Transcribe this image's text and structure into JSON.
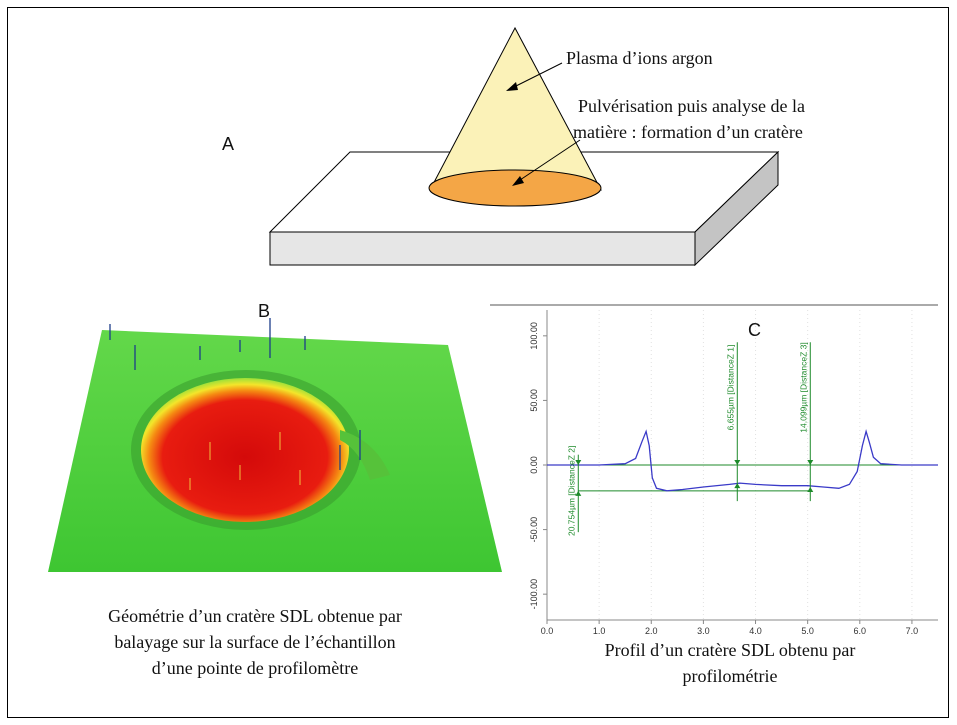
{
  "panel_a": {
    "letter": "A",
    "label_plasma": "Plasma d’ions argon",
    "label_crater_line1": "Pulvérisation puis analyse de la",
    "label_crater_line2": "matière : formation d’un cratère"
  },
  "panel_b": {
    "letter": "B",
    "caption_line1": "Géométrie d’un cratère SDL obtenue par",
    "caption_line2": "balayage sur la surface de l’échantillon",
    "caption_line3": "d’une pointe de profilomètre"
  },
  "panel_c": {
    "letter": "C",
    "caption_line1": "Profil d’un cratère SDL obtenu par",
    "caption_line2": "profilométrie",
    "measure_labels": [
      "20.754µm  [DistanceZ 2]",
      "6.655µm  [DistanceZ 1]",
      "14.099µm  [DistanceZ 3]"
    ]
  },
  "colors": {
    "cone_fill": "#fbf2b8",
    "crater_fill": "#f4a646",
    "surface_green": "#4bd13a",
    "crater_red": "#e01010",
    "profile_line": "#3a3ac8",
    "measure_green": "#1d8a2a"
  },
  "chart_data": {
    "type": "line",
    "x_ticks": [
      "0.0",
      "1.0",
      "2.0",
      "3.0",
      "4.0",
      "5.0",
      "6.0",
      "7.0"
    ],
    "y_ticks": [
      "100.00",
      "50.00",
      "0.00",
      "-50.00",
      "-100.00"
    ],
    "xlim": [
      0,
      7.5
    ],
    "ylim": [
      -120,
      120
    ],
    "series": [
      {
        "x": [
          0,
          1.0,
          1.5,
          1.7,
          1.82,
          1.9,
          1.96,
          2.02,
          2.1,
          2.3,
          2.6,
          3.0,
          3.5,
          3.7,
          4.0,
          4.5,
          5.0,
          5.3,
          5.6,
          5.8,
          5.95,
          6.05,
          6.12,
          6.18,
          6.26,
          6.4,
          6.8,
          7.5
        ],
        "y": [
          0,
          0,
          1,
          5,
          18,
          26,
          15,
          -10,
          -18,
          -20,
          -19,
          -17,
          -15,
          -14,
          -15,
          -16,
          -16,
          -17,
          -18,
          -15,
          -5,
          15,
          26,
          18,
          6,
          1,
          0,
          0
        ]
      }
    ]
  }
}
